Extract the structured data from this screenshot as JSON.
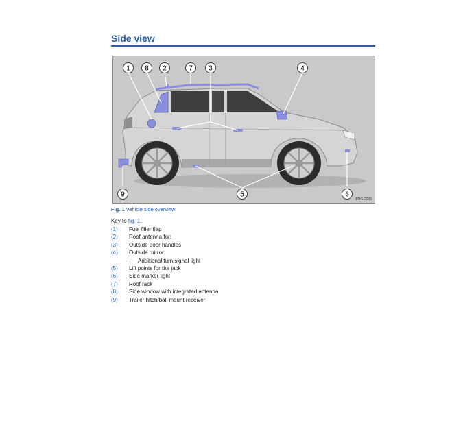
{
  "page": {
    "title": "Side view"
  },
  "figure": {
    "caption_fig": "Fig. 1",
    "caption_text": "Vehicle side overview",
    "code": "BDG-2005",
    "callouts": [
      "1",
      "8",
      "2",
      "7",
      "3",
      "4",
      "9",
      "5",
      "6"
    ],
    "colors": {
      "callout_stroke": "#333333",
      "highlight": "#8a8ee0",
      "body": "#d5d5d5",
      "background": "#c9c9c9"
    }
  },
  "key": {
    "intro_prefix": "Key to",
    "intro_link": "fig. 1",
    "intro_suffix": ":",
    "items": [
      {
        "num": "(1)",
        "text": "Fuel filler flap"
      },
      {
        "num": "(2)",
        "text": "Roof antenna for:"
      },
      {
        "num": "(3)",
        "text": "Outside door handles"
      },
      {
        "num": "(4)",
        "text": "Outside mirror:"
      },
      {
        "num": "",
        "dash": "–",
        "text": "Additional turn signal light"
      },
      {
        "num": "(5)",
        "text": "Lift points for the jack"
      },
      {
        "num": "(6)",
        "text": "Side marker light"
      },
      {
        "num": "(7)",
        "text": "Roof rack"
      },
      {
        "num": "(8)",
        "text": "Side window with integrated antenna"
      },
      {
        "num": "(9)",
        "text": "Trailer hitch/ball mount receiver"
      }
    ]
  }
}
